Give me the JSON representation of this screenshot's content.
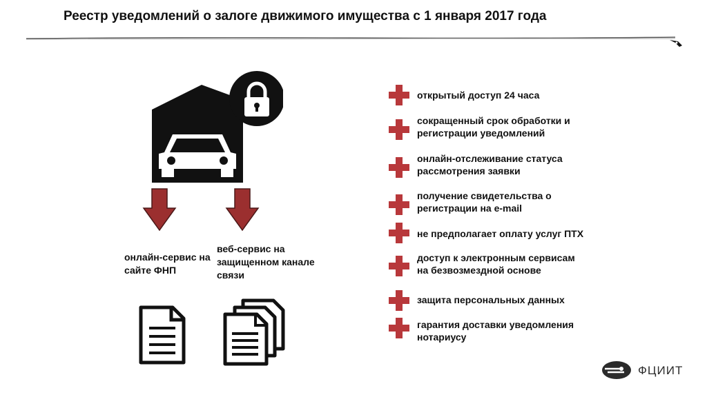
{
  "slide": {
    "title": "Реестр уведомлений о залоге движимого имущества с 1 января 2017 года",
    "captions": {
      "left": "онлайн-сервис на сайте ФНП",
      "right": "веб-сервис на защищенном канале связи"
    },
    "benefits": [
      "открытый доступ 24 часа",
      "сокращенный срок обработки и\nрегистрации уведомлений",
      "онлайн-отслеживание статуса\nрассмотрения заявки",
      "получение свидетельства о\nрегистрации на e-mail",
      "не предполагает оплату услуг ПТХ",
      "доступ к электронным сервисам\nна безвозмездной основе",
      "защита персональных данных",
      "гарантия доставки уведомления\nнотариусу"
    ],
    "logo_text": "ФЦИИТ"
  },
  "colors": {
    "arrow": "#9b2f2f",
    "plus": "#b8383b",
    "icon": "#111111"
  }
}
